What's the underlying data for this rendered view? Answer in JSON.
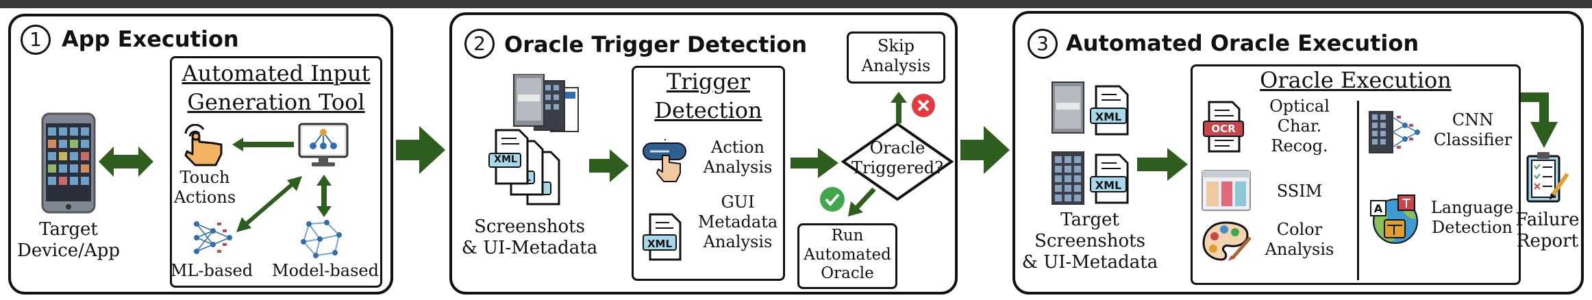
{
  "panel1": {
    "number": "1",
    "title": "App Execution",
    "tool_title_line1": "Automated Input",
    "tool_title_line2": "Generation Tool",
    "touch_line1": "Touch",
    "touch_line2": "Actions",
    "ml_label": "ML-based",
    "model_label": "Model-based",
    "device_line1": "Target",
    "device_line2": "Device/App"
  },
  "panel2": {
    "number": "2",
    "title": "Oracle Trigger Detection",
    "screens_line1": "Screenshots",
    "screens_line2": "& UI-Metadata",
    "xml_tag": "XML",
    "trigger_line1": "Trigger",
    "trigger_line2": "Detection",
    "action_line1": "Action",
    "action_line2": "Analysis",
    "gui_line1": "GUI",
    "gui_line2": "Metadata",
    "gui_line3": "Analysis",
    "skip_line1": "Skip",
    "skip_line2": "Analysis",
    "decision_line1": "Oracle",
    "decision_line2": "Triggered?",
    "run_line1": "Run",
    "run_line2": "Automated",
    "run_line3": "Oracle"
  },
  "panel3": {
    "number": "3",
    "title": "Automated Oracle Execution",
    "target_line1": "Target",
    "target_line2": "Screenshots",
    "target_line3": "& UI-Metadata",
    "xml_tag": "XML",
    "oracle_title": "Oracle Execution",
    "ocr_tag": "OCR",
    "ocr_line1": "Optical",
    "ocr_line2": "Char.",
    "ocr_line3": "Recog.",
    "ssim_label": "SSIM",
    "color_line1": "Color",
    "color_line2": "Analysis",
    "cnn_line1": "CNN",
    "cnn_line2": "Classifier",
    "lang_line1": "Language",
    "lang_line2": "Detection",
    "failure_line1": "Failure",
    "failure_line2": "Report"
  },
  "colors": {
    "arrow_green": "#2e5e1e",
    "xml_blue": "#a8d8ec",
    "ocr_red": "#c6464a",
    "check_green": "#3ea84a",
    "cross_red": "#e5393f"
  },
  "icons": [
    "phone-icon",
    "touch-hand-icon",
    "monitor-network-icon",
    "neural-net-icon",
    "node-graph-icon",
    "xml-file-icon",
    "screenshot-icon",
    "click-button-icon",
    "red-x-icon",
    "green-check-icon",
    "ocr-document-icon",
    "ssim-layout-icon",
    "color-palette-icon",
    "cnn-icon",
    "language-globe-icon",
    "checklist-report-icon"
  ]
}
